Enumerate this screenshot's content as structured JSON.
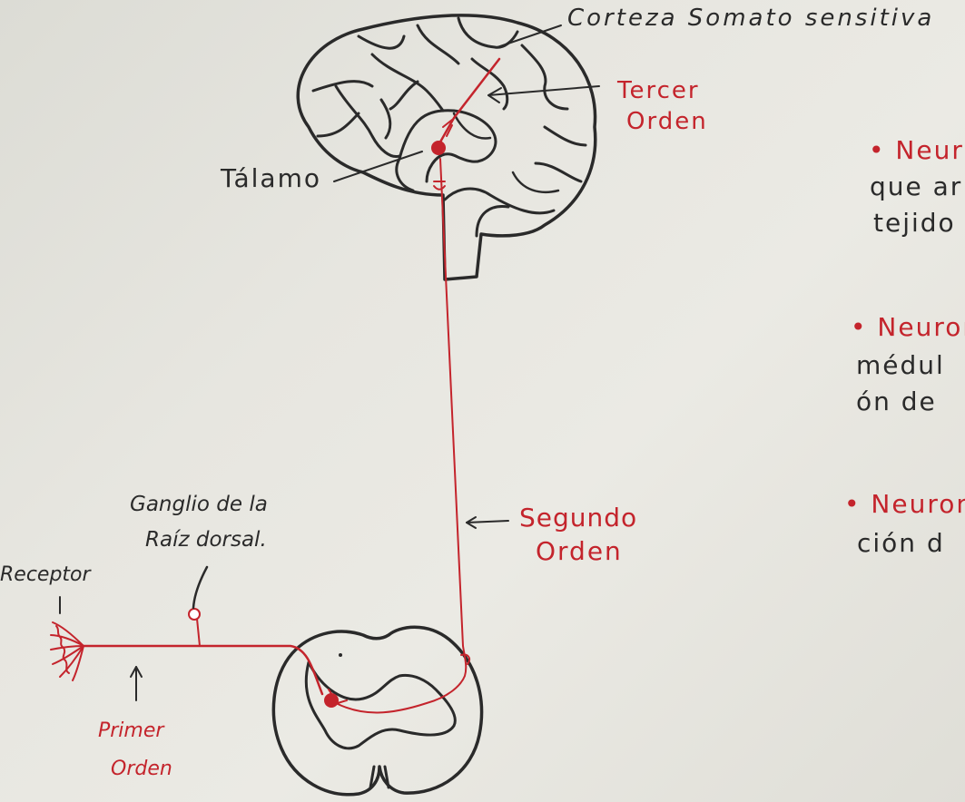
{
  "labels": {
    "corteza": "Corteza Somato sensitiva",
    "tercer_1": "Tercer",
    "tercer_2": "Orden",
    "talamo": "Tálamo",
    "segundo_1": "Segundo",
    "segundo_2": "Orden",
    "ganglio_1": "Ganglio de la",
    "ganglio_2": "Raíz dorsal.",
    "receptor": "Receptor",
    "primer_1": "Primer",
    "primer_2": "Orden"
  },
  "notes": [
    {
      "lines": [
        "• Neura",
        "que ar",
        "tejido"
      ]
    },
    {
      "lines": [
        "• Neuron",
        "médul",
        "ón de"
      ]
    },
    {
      "lines": [
        "• Neuron",
        "ción d"
      ]
    }
  ],
  "colors": {
    "ink": "#2a2a2a",
    "red": "#c4242c",
    "paper": "#e4e3dd"
  }
}
